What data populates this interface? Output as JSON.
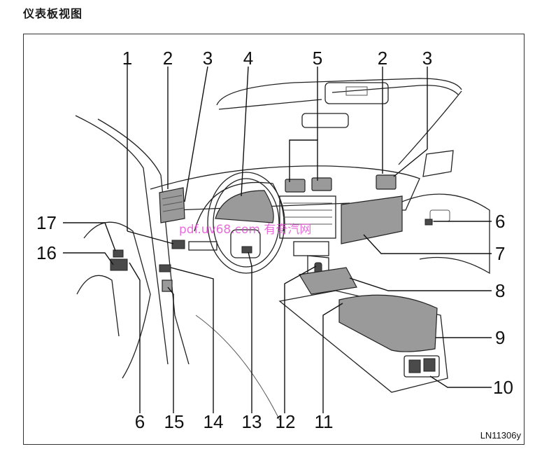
{
  "page": {
    "title": "仪表板视图"
  },
  "figure": {
    "code": "LN11306y",
    "watermark": "pdf.uv68.com 有奇汽网",
    "callouts_top": [
      "1",
      "2",
      "3",
      "4",
      "5",
      "2",
      "3"
    ],
    "callouts_right": [
      "6",
      "7",
      "8",
      "9",
      "10"
    ],
    "callouts_left": [
      "17",
      "16"
    ],
    "callouts_bottom": [
      "6",
      "15",
      "14",
      "13",
      "12",
      "11"
    ]
  },
  "colors": {
    "frame": "#333333",
    "watermark": "#e43ad0",
    "highlight": "#9a9a9a"
  }
}
